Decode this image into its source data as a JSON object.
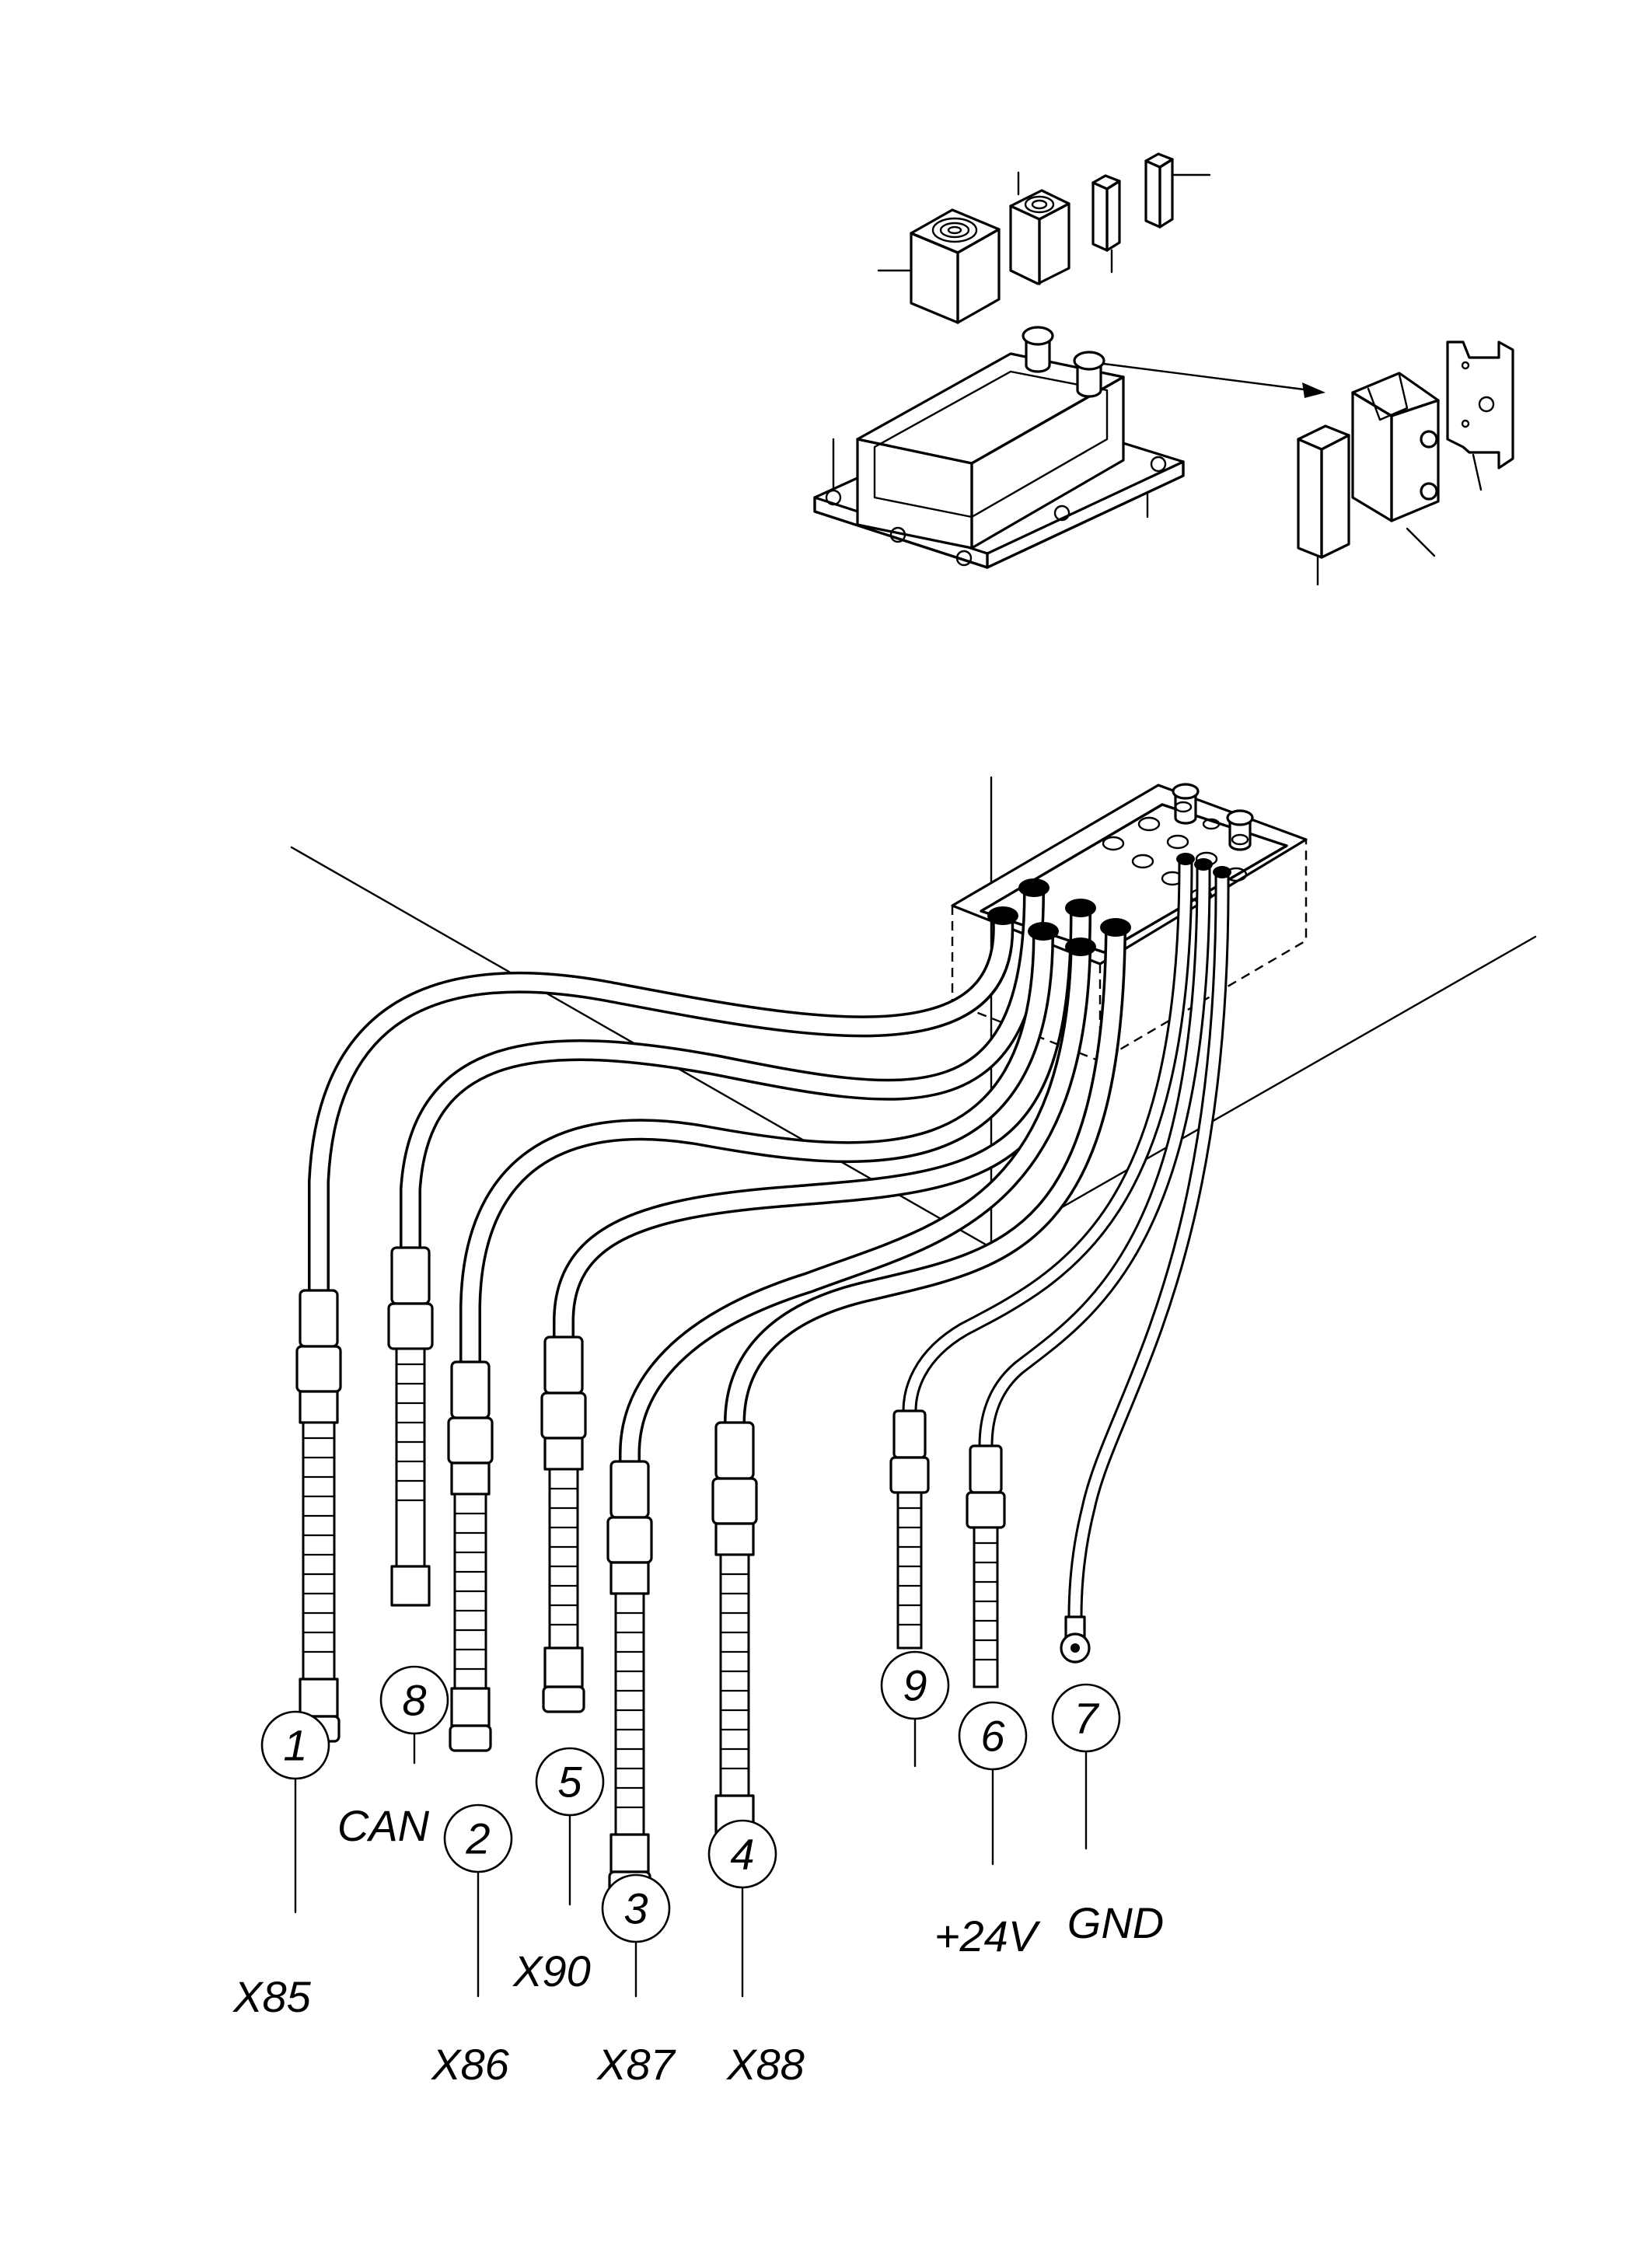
{
  "callouts": [
    {
      "id": "1",
      "number": "1",
      "label": "X85"
    },
    {
      "id": "2",
      "number": "2",
      "label": "X86"
    },
    {
      "id": "3",
      "number": "3",
      "label": "X87"
    },
    {
      "id": "4",
      "number": "4",
      "label": "X88"
    },
    {
      "id": "5",
      "number": "5",
      "label": "X90"
    },
    {
      "id": "6",
      "number": "6",
      "label": "+24V"
    },
    {
      "id": "7",
      "number": "7",
      "label": "GND"
    },
    {
      "id": "8",
      "number": "8",
      "label": "CAN"
    },
    {
      "id": "9",
      "number": "9",
      "label": ""
    }
  ],
  "colors": {
    "ink": "#000000",
    "background": "#ffffff"
  }
}
